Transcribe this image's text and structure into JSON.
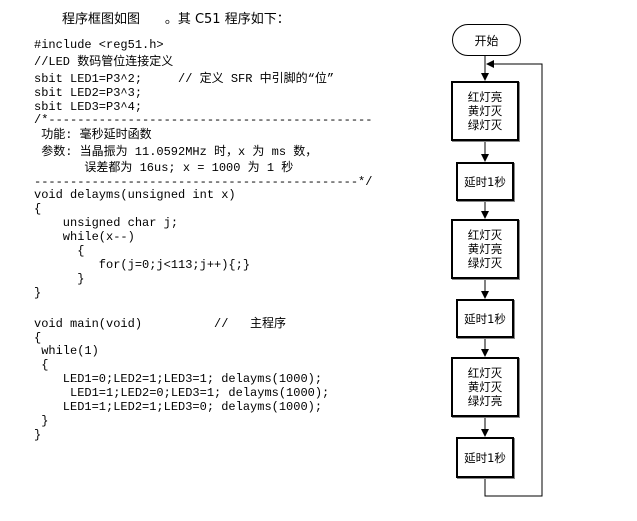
{
  "heading": {
    "left": "程序框图如图",
    "right": "。其 C51 程序如下："
  },
  "code": [
    "#include <reg51.h>",
    "//LED 数码管位连接定义",
    "sbit LED1=P3^2;     // 定义 SFR 中引脚的“位”",
    "sbit LED2=P3^3;",
    "sbit LED3=P3^4;",
    "/*---------------------------------------------",
    " 功能: 毫秒延时函数",
    " 参数: 当晶振为 11.0592MHz 时，x 为 ms 数，",
    "       误差都为 16us; x = 1000 为 1 秒",
    "---------------------------------------------*/",
    "void delayms(unsigned int x)",
    "{",
    "    unsigned char j;",
    "    while(x--)",
    "      {",
    "         for(j=0;j<113;j++){;}",
    "      }",
    "}",
    "void main(void)          //   主程序",
    "{",
    " while(1)",
    " {",
    "    LED1=0;LED2=1;LED3=1; delayms(1000);",
    "     LED1=1;LED2=0;LED3=1; delayms(1000);",
    "    LED1=1;LED2=1;LED3=0; delayms(1000);",
    " }",
    "}"
  ],
  "flowchart": {
    "start": "开始",
    "step1": [
      "红灯亮",
      "黄灯灭",
      "绿灯灭"
    ],
    "delay": "延时1秒",
    "step2": [
      "红灯灭",
      "黄灯亮",
      "绿灯灭"
    ],
    "step3": [
      "红灯灭",
      "黄灯灭",
      "绿灯亮"
    ]
  }
}
